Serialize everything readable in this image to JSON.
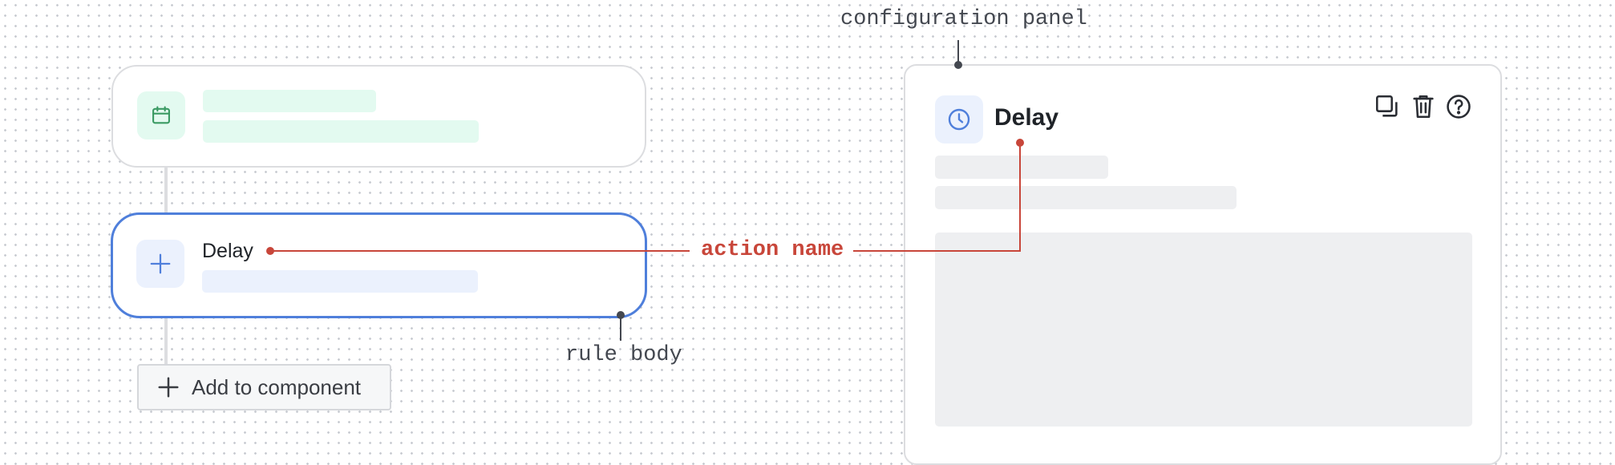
{
  "delay_card": {
    "title": "Delay"
  },
  "add_button": {
    "label": "Add to component"
  },
  "panel": {
    "title": "Delay"
  },
  "annotations": {
    "configuration_panel": "configuration panel",
    "action_name": "action name",
    "rule_body": "rule body"
  },
  "colors": {
    "accent_blue": "#4f7fdb",
    "trigger_green": "#e3faf0",
    "callout_red": "#c8463a",
    "skeleton_gray": "#eeeff1"
  }
}
